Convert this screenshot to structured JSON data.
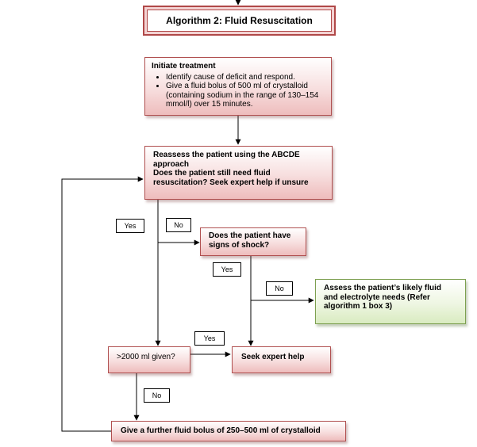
{
  "title": "Algorithm 2: Fluid Resuscitation",
  "initiate": {
    "heading": "Initiate treatment",
    "bullets": [
      "Identify cause of deficit and respond.",
      "Give a fluid bolus of 500 ml of crystalloid (containing sodium in the range of 130–154 mmol/l) over 15 minutes."
    ]
  },
  "reassess": {
    "line1": "Reassess the patient using the ABCDE approach",
    "line2": "Does the patient still need fluid resuscitation? Seek expert help if unsure"
  },
  "shock": "Does the patient have signs of shock?",
  "assess": "Assess the patient’s likely fluid and electrolyte needs (Refer algorithm 1 box 3)",
  "given": ">2000 ml given?",
  "expert": "Seek expert help",
  "bolus": "Give a further fluid bolus of 250–500 ml of crystalloid",
  "labels": {
    "yes1": "Yes",
    "no1": "No",
    "yes2": "Yes",
    "no2": "No",
    "yes3": "Yes",
    "no3": "No"
  }
}
